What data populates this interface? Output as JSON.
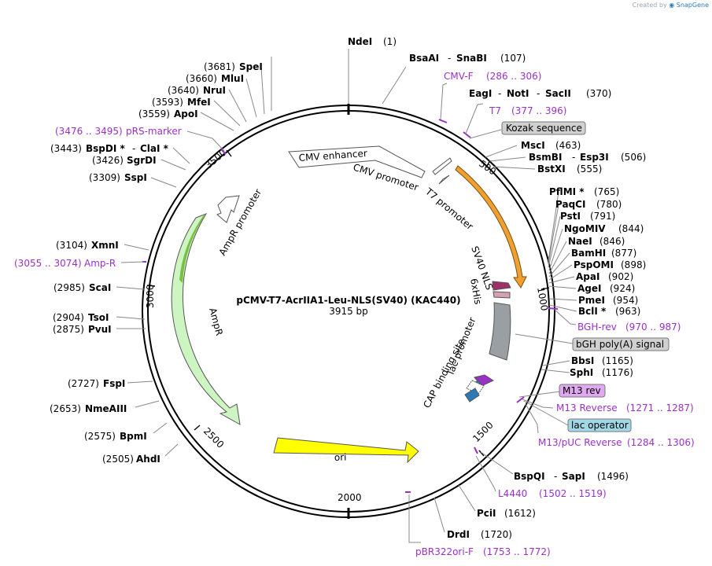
{
  "credit": {
    "prefix": "Created by",
    "brand": "SnapGene"
  },
  "plasmid": {
    "name": "pCMV-T7-AcrIIA1-Leu-NLS(SV40) (KAC440)",
    "size_label": "3915 bp",
    "length": 3915
  },
  "colors": {
    "purple": "#9b30c8",
    "orange": "#f0a030",
    "green": "#8fd060",
    "yellow": "#ffff00",
    "gray": "#9a9fa3"
  },
  "ticks": [
    "500",
    "1000",
    "1500",
    "2000",
    "2500",
    "3000",
    "3500"
  ],
  "features": {
    "cmv_enhancer": "CMV enhancer",
    "cmv_promoter": "CMV promoter",
    "t7_promoter": "T7 promoter",
    "sv40_nls": "SV40 NLS",
    "sixhis": "6xHis",
    "cap": "CAP binding site",
    "lac_promoter": "lac promoter",
    "ori": "ori",
    "ampr": "AmpR",
    "ampr_promoter": "AmpR promoter"
  },
  "boxes": {
    "kozak": "Kozak sequence",
    "bgh_polya": "bGH poly(A) signal",
    "m13rev": "M13 rev",
    "lac_operator": "lac operator"
  },
  "primers": {
    "cmvf": {
      "name": "CMV-F",
      "range": "(286 .. 306)"
    },
    "t7": {
      "name": "T7",
      "range": "(377 .. 396)"
    },
    "bghrev": {
      "name": "BGH-rev",
      "range": "(970 .. 987)"
    },
    "m13reverse": {
      "name": "M13 Reverse",
      "range": "(1271 .. 1287)"
    },
    "m13puc": {
      "name": "M13/pUC Reverse",
      "range": "(1284 .. 1306)"
    },
    "l4440": {
      "name": "L4440",
      "range": "(1502 .. 1519)"
    },
    "pbr322": {
      "name": "pBR322ori-F",
      "range": "(1753 .. 1772)"
    },
    "amprp": {
      "name": "Amp-R",
      "range": "(3055 .. 3074)"
    },
    "prs": {
      "name": "pRS-marker",
      "range": "(3476 .. 3495)"
    }
  },
  "sites": {
    "ndei": {
      "name": "NdeI",
      "pos": "(1)"
    },
    "bsaai": {
      "name": "BsaAI",
      "name2": "SnaBI",
      "pos": "(107)"
    },
    "eagi": {
      "name": "EagI",
      "name2": "NotI",
      "name3": "SacII",
      "pos": "(370)"
    },
    "msci": {
      "name": "MscI",
      "pos": "(463)"
    },
    "bsmbi": {
      "name": "BsmBI",
      "name2": "Esp3I",
      "pos": "(506)"
    },
    "bstxi": {
      "name": "BstXI",
      "pos": "(555)"
    },
    "pflmi": {
      "name": "PflMI *",
      "pos": "(765)"
    },
    "paqci": {
      "name": "PaqCI",
      "pos": "(780)"
    },
    "psti": {
      "name": "PstI",
      "pos": "(791)"
    },
    "ngomiv": {
      "name": "NgoMIV",
      "pos": "(844)"
    },
    "naei": {
      "name": "NaeI",
      "pos": "(846)"
    },
    "bamhi": {
      "name": "BamHI",
      "pos": "(877)"
    },
    "pspomi": {
      "name": "PspOMI",
      "pos": "(898)"
    },
    "apai": {
      "name": "ApaI",
      "pos": "(902)"
    },
    "agei": {
      "name": "AgeI",
      "pos": "(924)"
    },
    "pmei": {
      "name": "PmeI",
      "pos": "(954)"
    },
    "bcli": {
      "name": "BclI *",
      "pos": "(963)"
    },
    "bbsi": {
      "name": "BbsI",
      "pos": "(1165)"
    },
    "sphi": {
      "name": "SphI",
      "pos": "(1176)"
    },
    "bspqi": {
      "name": "BspQI",
      "name2": "SapI",
      "pos": "(1496)"
    },
    "pcii": {
      "name": "PciI",
      "pos": "(1612)"
    },
    "drdi": {
      "name": "DrdI",
      "pos": "(1720)"
    },
    "ahdi": {
      "name": "AhdI",
      "pos": "(2505)"
    },
    "bpmi": {
      "name": "BpmI",
      "pos": "(2575)"
    },
    "nmeaiii": {
      "name": "NmeAIII",
      "pos": "(2653)"
    },
    "fspi": {
      "name": "FspI",
      "pos": "(2727)"
    },
    "pvui": {
      "name": "PvuI",
      "pos": "(2875)"
    },
    "tsoi": {
      "name": "TsoI",
      "pos": "(2904)"
    },
    "scai": {
      "name": "ScaI",
      "pos": "(2985)"
    },
    "xmni": {
      "name": "XmnI",
      "pos": "(3104)"
    },
    "sspi": {
      "name": "SspI",
      "pos": "(3309)"
    },
    "sgrdi": {
      "name": "SgrDI",
      "pos": "(3426)"
    },
    "bspdi": {
      "name": "BspDI *",
      "name2": "ClaI *",
      "pos": "(3443)"
    },
    "apoi": {
      "name": "ApoI",
      "pos": "(3559)"
    },
    "mfei": {
      "name": "MfeI",
      "pos": "(3593)"
    },
    "nrui": {
      "name": "NruI",
      "pos": "(3640)"
    },
    "mlui": {
      "name": "MluI",
      "pos": "(3660)"
    },
    "spei": {
      "name": "SpeI",
      "pos": "(3681)"
    }
  }
}
